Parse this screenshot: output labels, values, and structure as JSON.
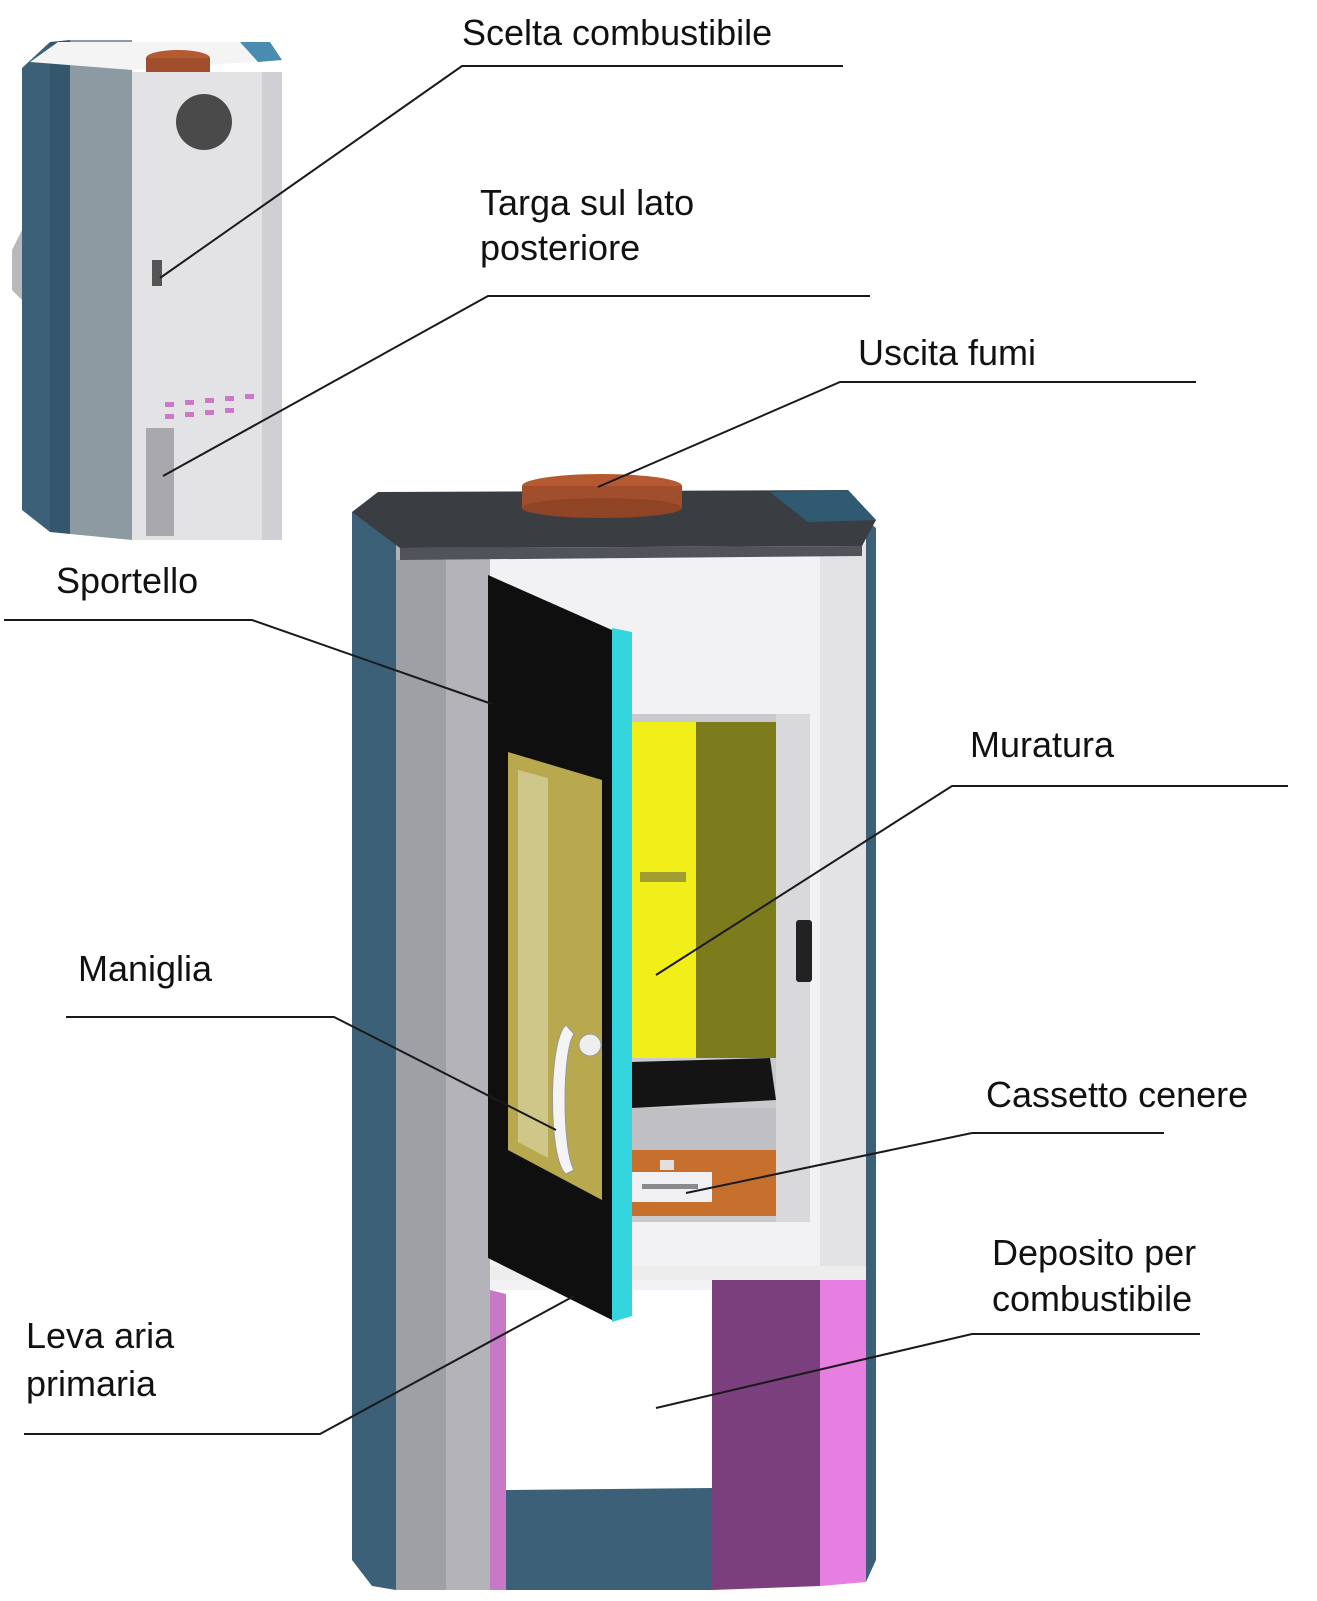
{
  "labels": {
    "scelta": "Scelta combustibile",
    "targa": [
      "Targa sul lato",
      "posteriore"
    ],
    "uscita": "Uscita fumi",
    "sportello": "Sportello",
    "muratura": "Muratura",
    "maniglia": "Maniglia",
    "cassetto": "Cassetto cenere",
    "deposito": [
      "Deposito per",
      "combustibile"
    ],
    "leva": [
      "Leva aria",
      "primaria"
    ]
  },
  "colors": {
    "steel_blue": "#3b6078",
    "panel_grey": "#e3e3e6",
    "dark_top": "#3a3d42",
    "flue_brown": "#a04e2c",
    "door_cyan": "#35d5df",
    "firebox_yellow": "#f2ee1a",
    "firebox_olive": "#7c7c1c",
    "ash_orange": "#c7702e",
    "storage_pink": "#e77fe3",
    "storage_purple": "#7b3f7d",
    "leader_line": "#1a1a1a"
  }
}
